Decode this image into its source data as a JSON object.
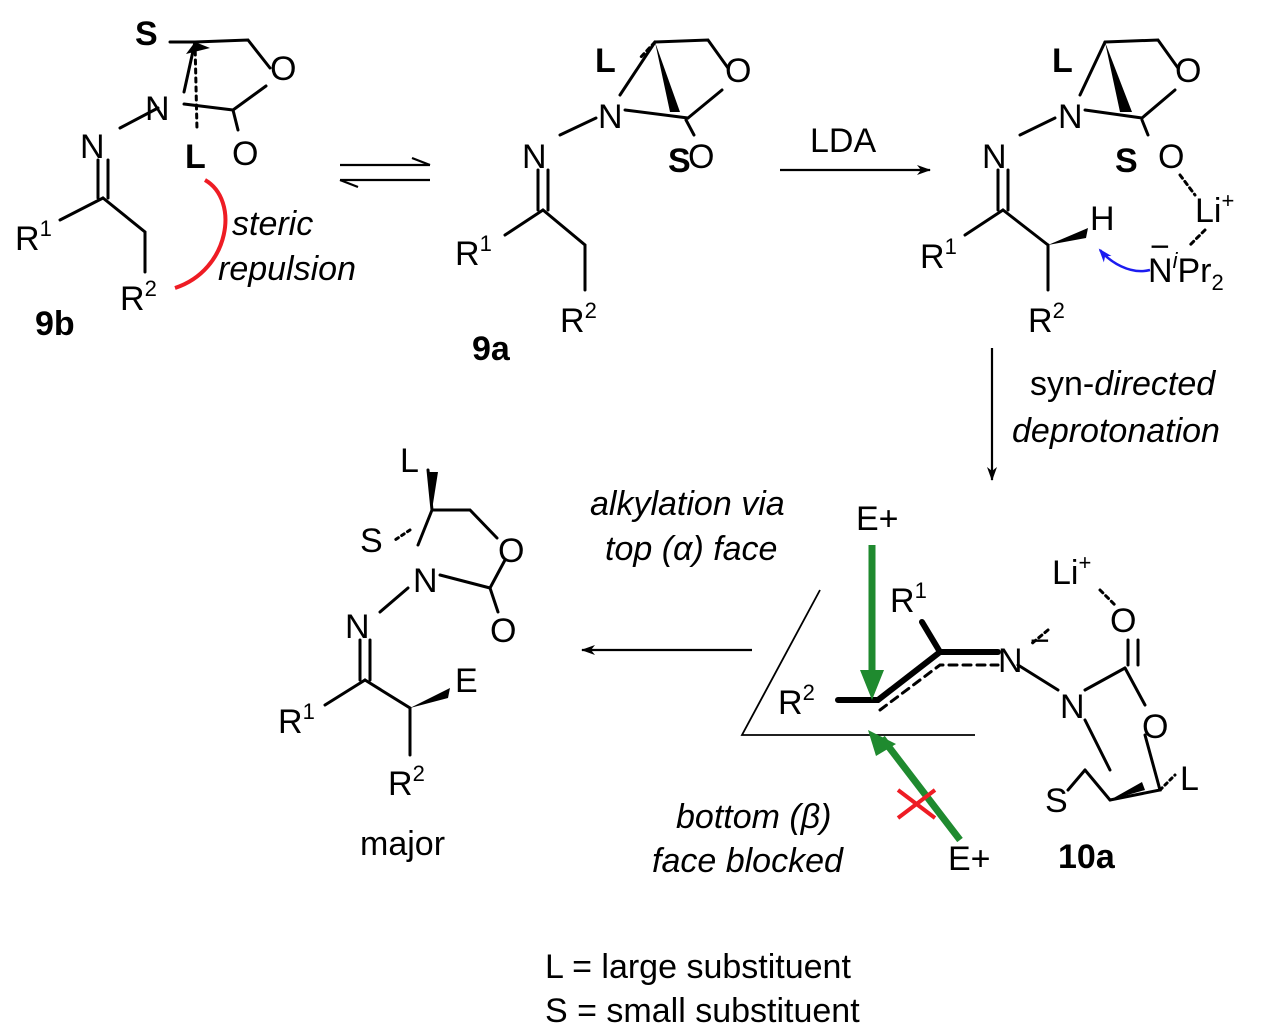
{
  "colors": {
    "red": "#ee1c24",
    "gray": "#5a6470",
    "blue": "#1c1cf0",
    "green": "#1f8a2f",
    "black": "#000000"
  },
  "labels": {
    "S": "S",
    "L": "L",
    "N": "N",
    "O": "O",
    "H": "H",
    "E": "E",
    "R": "R",
    "one": "1",
    "two": "2",
    "li": "Li",
    "plus": "+",
    "minus": "−",
    "i": "i",
    "pr": "Pr",
    "e_plus": "E+"
  },
  "compounds": {
    "c9b": "9b",
    "c9a": "9a",
    "c10a": "10a",
    "major": "major"
  },
  "annotations": {
    "steric_1": "steric",
    "steric_2": "repulsion",
    "reagent": "LDA",
    "syn_1": "syn-",
    "syn_2": "directed",
    "syn_3": "deprotonation",
    "alk_1": "alkylation via",
    "alk_2a": "top (",
    "alk_2b": "α",
    "alk_2c": ") face",
    "bot_1a": "bottom (",
    "bot_1b": "β",
    "bot_1c": ")",
    "bot_2": "face blocked"
  },
  "legend": {
    "line_1": "L = large substituent",
    "line_2": "S = small substituent"
  }
}
